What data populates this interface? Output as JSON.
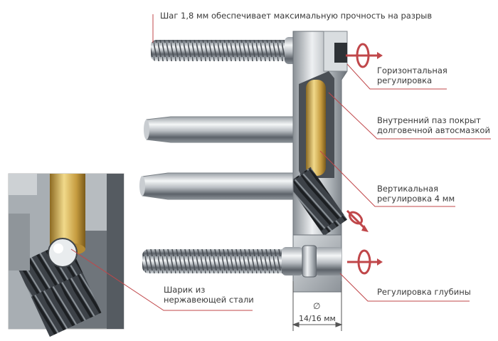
{
  "labels": {
    "thread_pitch": "Шаг 1,8 мм обеспечивает максимальную прочность на разрыв",
    "horizontal": [
      "Горизонтальная",
      "регулировка"
    ],
    "groove": [
      "Внутренний паз покрыт",
      "долговечной автосмазкой"
    ],
    "vertical": [
      "Вертикальная",
      "регулировка 4 мм"
    ],
    "depth": "Регулировка глубины",
    "ball": [
      "Шарик из",
      "нержавеющей стали"
    ],
    "diameter_symbol": "∅",
    "diameter_value": "14/16 мм"
  },
  "colors": {
    "leader_line": "#c0474a",
    "adjust_arrow": "#c0474a",
    "steel_light": "#e6e9ec",
    "steel_dark": "#5b6168",
    "brass": "#c7a24a"
  }
}
